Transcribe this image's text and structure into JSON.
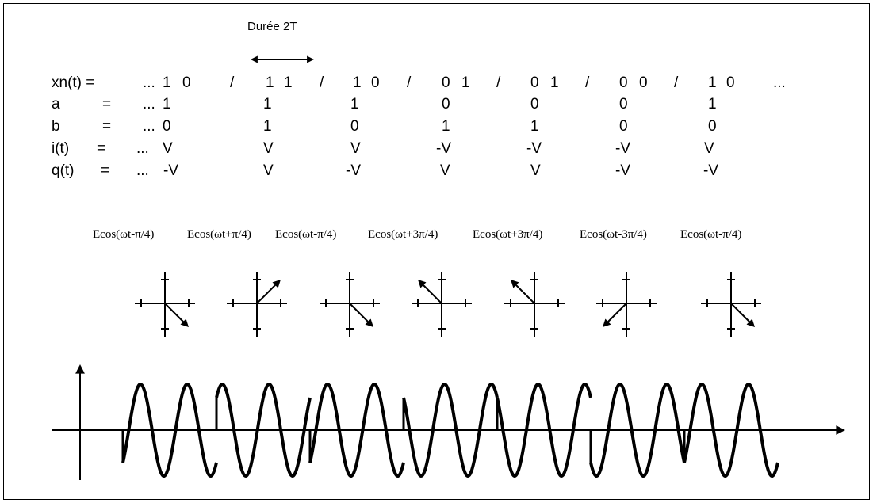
{
  "duration_label": "Durée 2T",
  "rows": {
    "xn": {
      "label": "xn(t) =",
      "lead": "...",
      "trail": "...",
      "pairs": [
        [
          "1",
          "0"
        ],
        [
          "1",
          "1"
        ],
        [
          "1",
          "0"
        ],
        [
          "0",
          "1"
        ],
        [
          "0",
          "1"
        ],
        [
          "0",
          "0"
        ],
        [
          "1",
          "0"
        ]
      ]
    },
    "a": {
      "label": "a",
      "eq": "=",
      "lead": "...",
      "values": [
        "1",
        "1",
        "1",
        "0",
        "0",
        "0",
        "1"
      ]
    },
    "b": {
      "label": "b",
      "eq": "=",
      "lead": "...",
      "values": [
        "0",
        "1",
        "0",
        "1",
        "1",
        "0",
        "0"
      ]
    },
    "i": {
      "label": "i(t)",
      "eq": "=",
      "lead": "...",
      "values": [
        "V",
        "V",
        "V",
        "-V",
        "-V",
        "-V",
        "V"
      ]
    },
    "q": {
      "label": "q(t)",
      "eq": "=",
      "lead": "...",
      "values": [
        "-V",
        "V",
        "-V",
        "V",
        "V",
        "-V",
        "-V"
      ]
    }
  },
  "separator": "/",
  "phase_signals": [
    "Ecos(ωt-π/4)",
    "Ecos(ωt+π/4)",
    "Ecos(ωt-π/4)",
    "Ecos(ωt+3π/4)",
    "Ecos(ωt+3π/4)",
    "Ecos(ωt-3π/4)",
    "Ecos(ωt-π/4)"
  ],
  "phasor_quadrants": [
    "lower-right",
    "upper-right",
    "lower-right",
    "upper-left",
    "upper-left",
    "lower-left",
    "lower-right"
  ],
  "colors": {
    "ink": "#000000",
    "background": "#ffffff"
  }
}
